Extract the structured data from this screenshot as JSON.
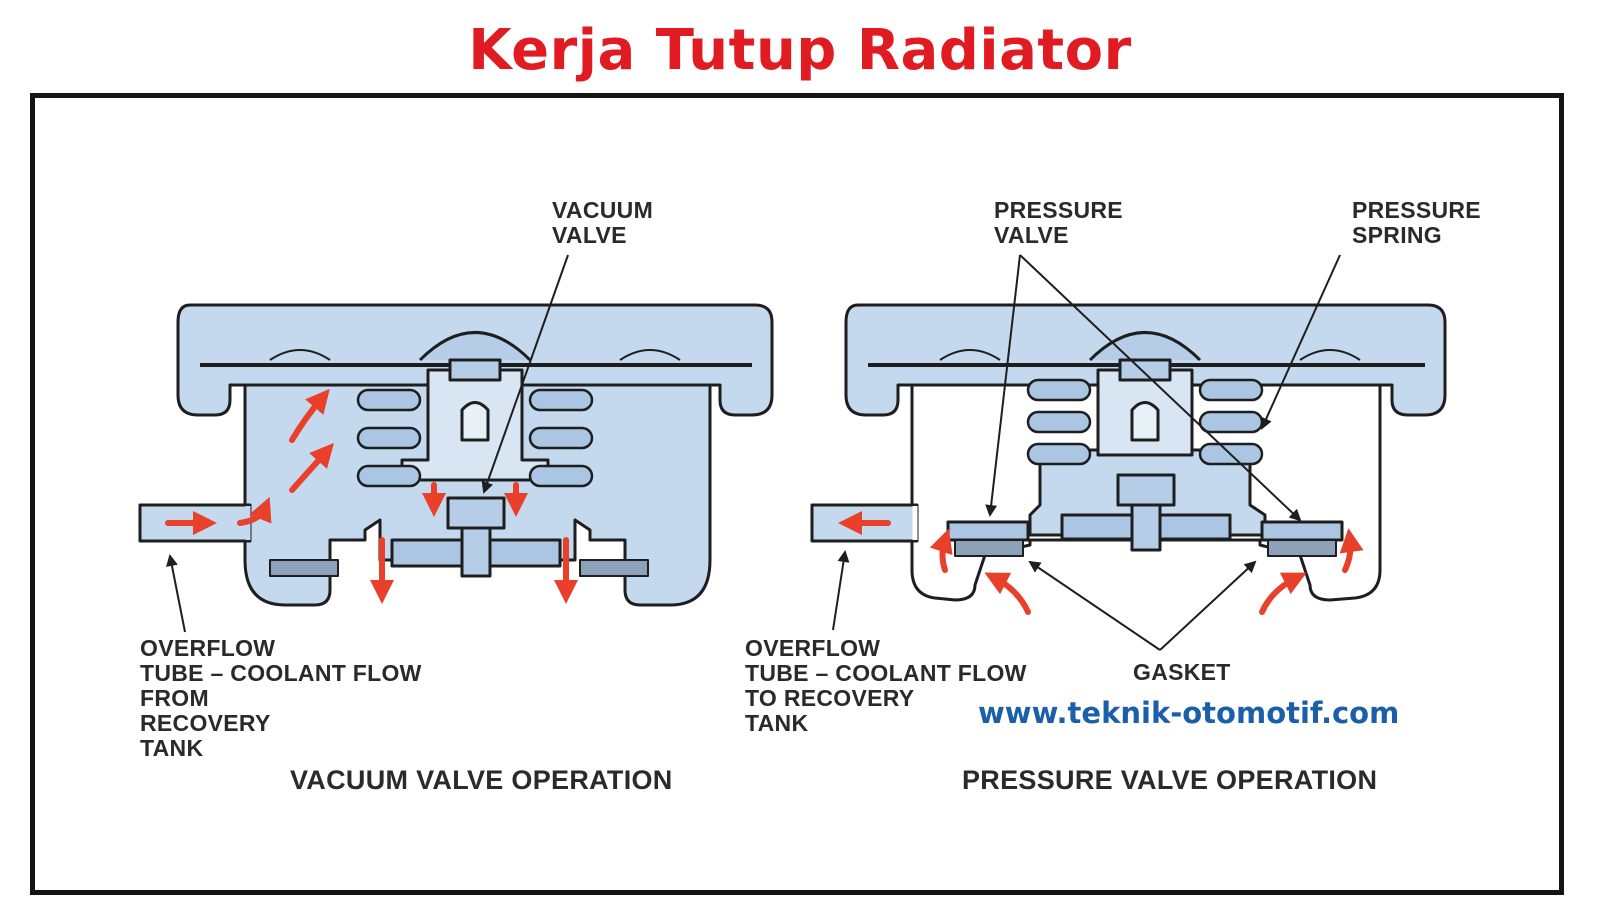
{
  "title": "Kerja Tutup Radiator",
  "website": "www.teknik-otomotif.com",
  "colors": {
    "title": "#e01b22",
    "website": "#1b5fab",
    "coolant": "#c4d9ee",
    "arrow": "#e8402a",
    "outline": "#1e1e1e"
  },
  "left_panel": {
    "caption": "VACUUM VALVE OPERATION",
    "label_vacuum_valve": "VACUUM\nVALVE",
    "label_overflow": "OVERFLOW\nTUBE – COOLANT FLOW\nFROM\nRECOVERY\nTANK"
  },
  "right_panel": {
    "caption": "PRESSURE VALVE OPERATION",
    "label_pressure_valve": "PRESSURE\nVALVE",
    "label_pressure_spring": "PRESSURE\nSPRING",
    "label_overflow": "OVERFLOW\nTUBE – COOLANT FLOW\nTO RECOVERY\nTANK",
    "label_gasket": "GASKET"
  }
}
